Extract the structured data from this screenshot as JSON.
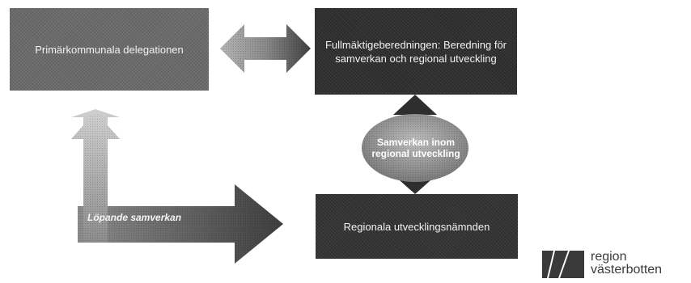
{
  "boxes": {
    "primarkommunala": "Primärkommunala delegationen",
    "fullmaktige": "Fullmäktigeberedningen: Beredning för samverkan och regional utveckling",
    "regionala_namnden": "Regionala utvecklingsnämnden"
  },
  "oval": {
    "text": "Samverkan inom regional utveckling"
  },
  "arrow_label": "Löpande samverkan",
  "logo": {
    "line1": "region",
    "line2": "västerbotten"
  },
  "colors": {
    "dark_box": "#2f2f2f",
    "mid_box": "#6b6b6b",
    "arrow_gray": "#9a9a9a",
    "oval_gray": "#9e9e9e"
  }
}
